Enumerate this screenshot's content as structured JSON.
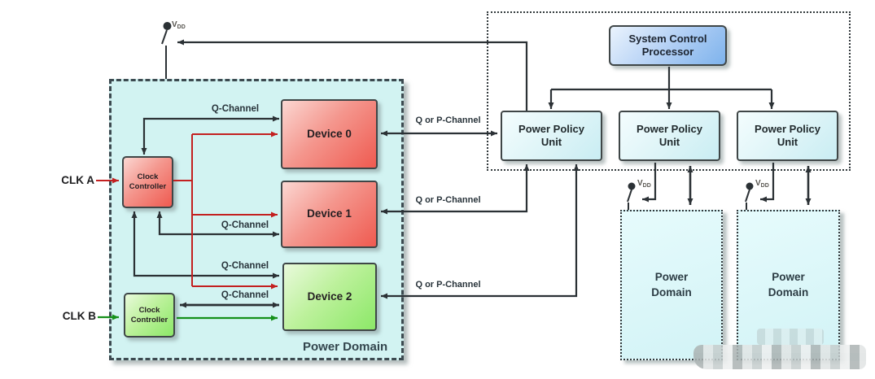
{
  "blocks": {
    "system_control_processor": "System Control Processor",
    "power_policy_unit": "Power Policy Unit",
    "power_domain_small": "Power Domain",
    "power_domain_left_label": "Power Domain",
    "clock_controller": "Clock Controller",
    "device0": "Device 0",
    "device1": "Device 1",
    "device2": "Device 2"
  },
  "signals": {
    "clk_a": "CLK A",
    "clk_b": "CLK B",
    "q_channel": "Q-Channel",
    "q_or_p_channel": "Q or P-Channel",
    "vdd_base": "V",
    "vdd_sub": "DD"
  },
  "colors": {
    "line_dark": "#2b3135",
    "line_red": "#c32020",
    "line_green": "#15901a",
    "device_red": "#ef5a50",
    "device_green": "#8ce868",
    "scp_blue": "#7eb3ec",
    "ppu_cyan": "#c9edf3",
    "domain_cyan": "#d2f3f2"
  }
}
